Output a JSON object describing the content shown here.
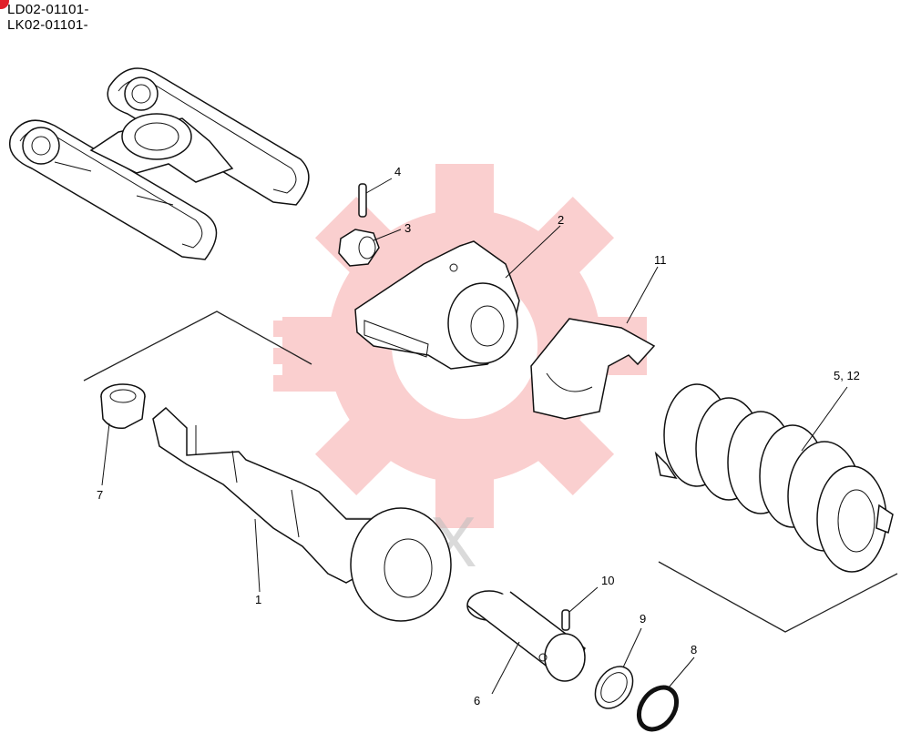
{
  "header": {
    "line1": "LD02-01101-",
    "line2": "LK02-01101-"
  },
  "watermark": {
    "text": "TEX",
    "color": "#f26d6d"
  },
  "callouts": {
    "c1": "1",
    "c2": "2",
    "c3": "3",
    "c4": "4",
    "c5_12": "5, 12",
    "c6": "6",
    "c7": "7",
    "c8": "8",
    "c9": "9",
    "c10": "10",
    "c11": "11"
  },
  "icons": {
    "corner": "red-badge-icon"
  }
}
